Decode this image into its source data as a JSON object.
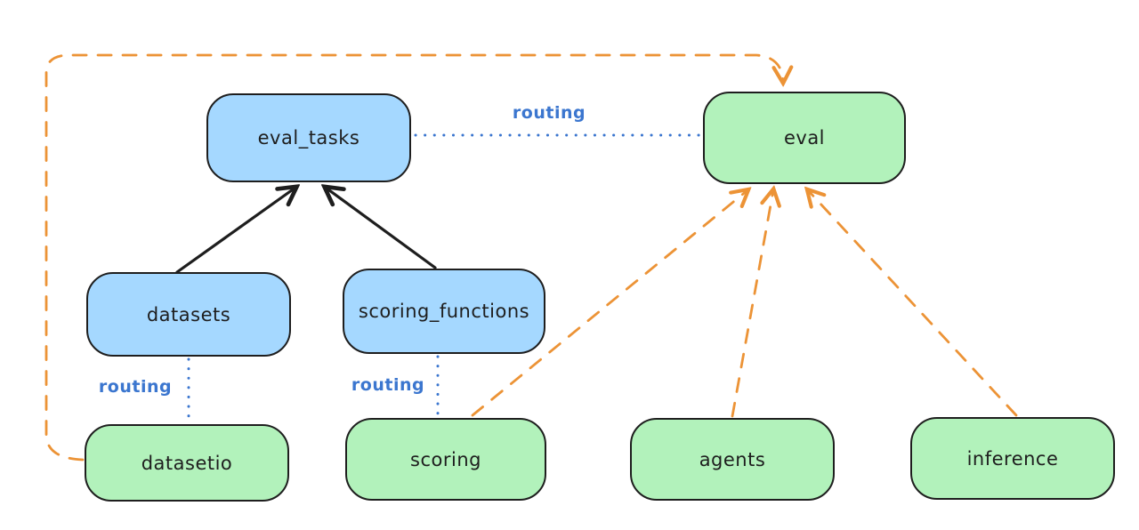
{
  "diagram": {
    "colors": {
      "node_blue_fill": "#a5d8ff",
      "node_green_fill": "#b2f2bb",
      "node_stroke": "#1e1e1e",
      "routing_blue": "#3b76cf",
      "dashed_orange": "#ec9336",
      "solid_arrow_black": "#1e1e1e"
    },
    "nodes": [
      {
        "id": "eval_tasks",
        "label": "eval_tasks",
        "fill": "blue"
      },
      {
        "id": "eval",
        "label": "eval",
        "fill": "green"
      },
      {
        "id": "datasets",
        "label": "datasets",
        "fill": "blue"
      },
      {
        "id": "scoring_functions",
        "label": "scoring_functions",
        "fill": "blue"
      },
      {
        "id": "datasetio",
        "label": "datasetio",
        "fill": "green"
      },
      {
        "id": "scoring",
        "label": "scoring",
        "fill": "green"
      },
      {
        "id": "agents",
        "label": "agents",
        "fill": "green"
      },
      {
        "id": "inference",
        "label": "inference",
        "fill": "green"
      }
    ],
    "edges": [
      {
        "from": "datasets",
        "to": "eval_tasks",
        "style": "solid",
        "arrow": true,
        "label": ""
      },
      {
        "from": "scoring_functions",
        "to": "eval_tasks",
        "style": "solid",
        "arrow": true,
        "label": ""
      },
      {
        "from": "eval_tasks",
        "to": "eval",
        "style": "dotted",
        "arrow": false,
        "label": "routing"
      },
      {
        "from": "datasets",
        "to": "datasetio",
        "style": "dotted",
        "arrow": false,
        "label": "routing"
      },
      {
        "from": "scoring_functions",
        "to": "scoring",
        "style": "dotted",
        "arrow": false,
        "label": "routing"
      },
      {
        "from": "datasetio",
        "to": "eval",
        "style": "dashed",
        "arrow": true,
        "label": "",
        "route": "around-left-and-top"
      },
      {
        "from": "scoring",
        "to": "eval",
        "style": "dashed",
        "arrow": true,
        "label": ""
      },
      {
        "from": "agents",
        "to": "eval",
        "style": "dashed",
        "arrow": true,
        "label": ""
      },
      {
        "from": "inference",
        "to": "eval",
        "style": "dashed",
        "arrow": true,
        "label": ""
      }
    ]
  }
}
